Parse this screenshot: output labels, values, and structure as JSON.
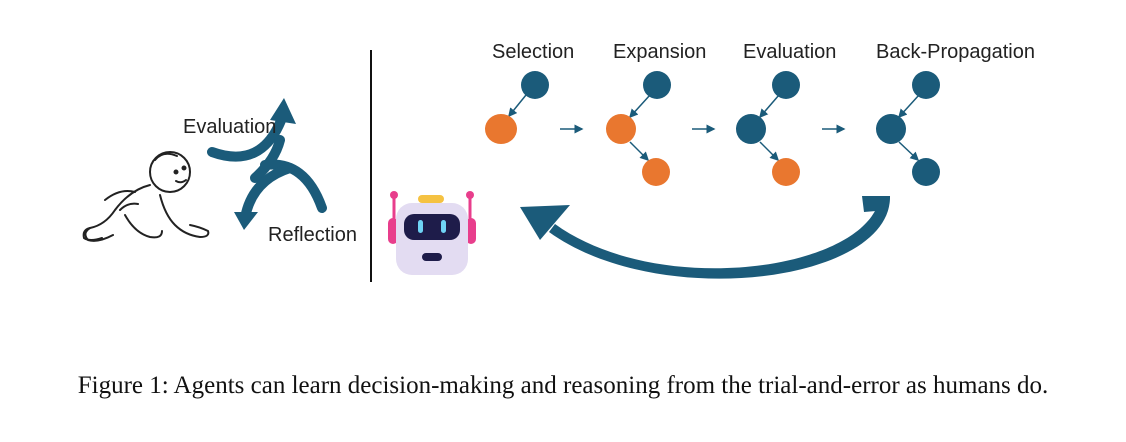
{
  "left_panel": {
    "evaluation_label": "Evaluation",
    "reflection_label": "Reflection"
  },
  "mcts": {
    "stages": [
      "Selection",
      "Expansion",
      "Evaluation",
      "Back-Propagation"
    ],
    "colors": {
      "node_blue": "#1b5b7a",
      "node_orange": "#e9772f",
      "arrow_blue": "#1b5b7a",
      "robot_pink": "#e83e8c",
      "robot_body": "#e3dcf2",
      "robot_visor": "#1e1c4a"
    }
  },
  "caption": "Figure 1: Agents can learn decision-making and reasoning from the trial-and-error as humans do."
}
